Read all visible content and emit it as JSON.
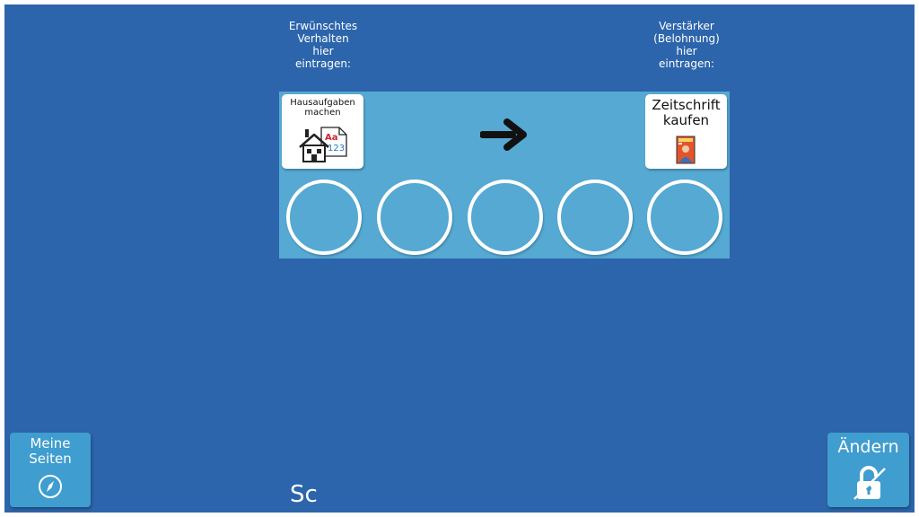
{
  "board": {
    "left_caption": "Erwünschtes\nVerhalten\nhier\neintragen:",
    "right_caption": "Verstärker\n(Belohnung)\nhier\neintragen:",
    "behavior_card": {
      "label": "Hausaufgaben\nmachen",
      "icon": "house-homework-icon"
    },
    "reward_card": {
      "label": "Zeitschrift\nkaufen",
      "icon": "magazine-icon"
    },
    "arrow_icon": "right-arrow-icon",
    "token_slots": 5
  },
  "buttons": {
    "pages_label": "Meine\nSeiten",
    "pages_icon": "compass-icon",
    "edit_label": "Ändern",
    "edit_icon": "unlocked-padlock-icon"
  },
  "bottom_text": "Sc",
  "colors": {
    "background": "#2c65ab",
    "board": "#55a9d3",
    "button": "#3f9dcf"
  }
}
